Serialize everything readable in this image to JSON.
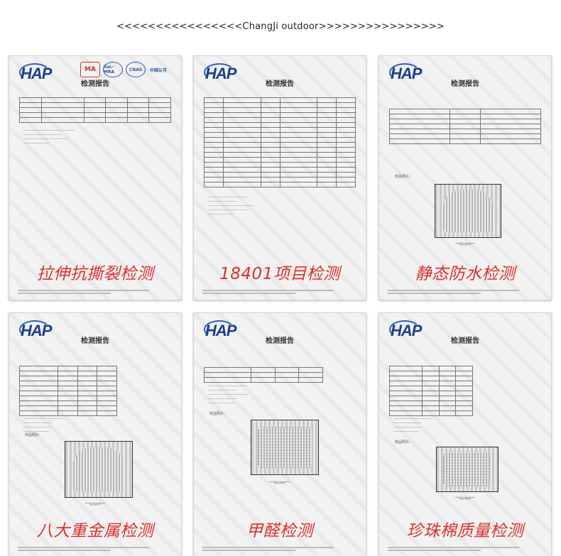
{
  "banner": "<<<<<<<<<<<<<<<<ChangJi outdoor>>>>>>>>>>>>>>>>",
  "brand_color": "#1d3e8a",
  "caption_color": "#d9302c",
  "report_title": "检测报告",
  "cards": [
    {
      "caption": "拉伸抗撕裂检测",
      "rows": 6,
      "photo": false,
      "certs": [
        "MA",
        "ilac-MRA",
        "CNAS",
        "中国认可"
      ]
    },
    {
      "caption": "18401项目检测",
      "rows": 18,
      "photo": false,
      "certs": []
    },
    {
      "caption": "静态防水检测",
      "rows": 7,
      "photo": "curved",
      "certs": []
    },
    {
      "caption": "八大重金属检测",
      "rows": 10,
      "photo": "curved",
      "certs": []
    },
    {
      "caption": "甲醛检测",
      "rows": 3,
      "photo": "flat",
      "certs": []
    },
    {
      "caption": "珍珠棉质量检测",
      "rows": 10,
      "photo": "flat",
      "certs": []
    }
  ],
  "sample_label": "样品照片:",
  "end_note": "***报告结束***"
}
